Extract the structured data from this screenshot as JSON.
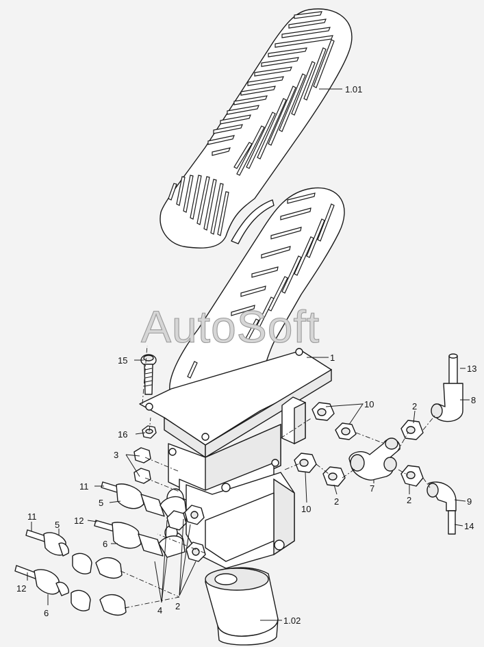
{
  "watermark": "AutoSoft",
  "callouts": {
    "c101": "1.01",
    "c1": "1",
    "c15": "15",
    "c16": "16",
    "c13": "13",
    "c8": "8",
    "c10a": "10",
    "c2a": "2",
    "c3": "3",
    "c11a": "11",
    "c5a": "5",
    "c10b": "10",
    "c2b": "2",
    "c7": "7",
    "c2c": "2",
    "c9": "9",
    "c14": "14",
    "c11b": "11",
    "c5b": "5",
    "c12a": "12",
    "c6a": "6",
    "c12b": "12",
    "c6b": "6",
    "c4": "4",
    "c2d": "2",
    "c102": "1.02"
  }
}
